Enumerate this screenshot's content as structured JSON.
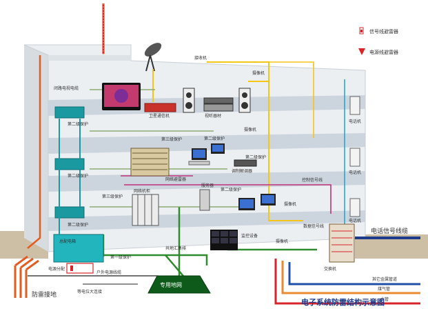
{
  "title": "电子系统防雷结构示意图",
  "legend": {
    "signal_arrester": "信号线避雷器",
    "power_arrester": "电源线避雷器"
  },
  "labels": {
    "grounding": "防雷接地",
    "dedicated_ground_net": "专用地网",
    "telephone_cable": "电话信号线缆",
    "other_metal_pipes": "其它金属管道",
    "gas_pipe": "煤气管",
    "water_pipe": "水管",
    "outdoor_power_line": "户外电源线缆",
    "power_distribution": "电源分配",
    "pole_top": "接收机",
    "satellite": "卫星通信机",
    "video_server": "视听器材",
    "camera1": "摄像机",
    "camera2": "摄像机",
    "camera3": "摄像机",
    "camera4": "摄像机",
    "closed_circuit_tv": "闭路电视电缆",
    "lvl2_a": "第二级保护",
    "lvl2_b": "第二级保护",
    "lvl2_c": "第二级保护",
    "lvl2_d": "第二级保护",
    "lvl2_e": "第二级保护",
    "lvl2_f": "第二级保护",
    "lvl3_a": "第三级保护",
    "lvl3_b": "第三级保护",
    "lvl1": "第一级保护",
    "modem": "调制解调器",
    "network_arrester": "网络避雷器",
    "server": "服务器",
    "network_cabinet": "网络机柜",
    "monitor_equipment": "监控设备",
    "main_distribution": "总配电箱",
    "equip_bus": "共地汇集排",
    "phone1": "电话机",
    "phone2": "电话机",
    "phone3": "电话机",
    "phone_room": "交换机",
    "control_line": "控制信号线",
    "data_line": "数据信号线",
    "ground_note": "等电位大连接"
  },
  "colors": {
    "building": "#e6e9ec",
    "floor_band": "#d4dae0",
    "signal": "#f5c518",
    "power_red": "#d9252a",
    "ground_green": "#2e8b2e",
    "network_magenta": "#c0307a",
    "cyan": "#1fa2c8",
    "title": "#1e3a8a"
  }
}
